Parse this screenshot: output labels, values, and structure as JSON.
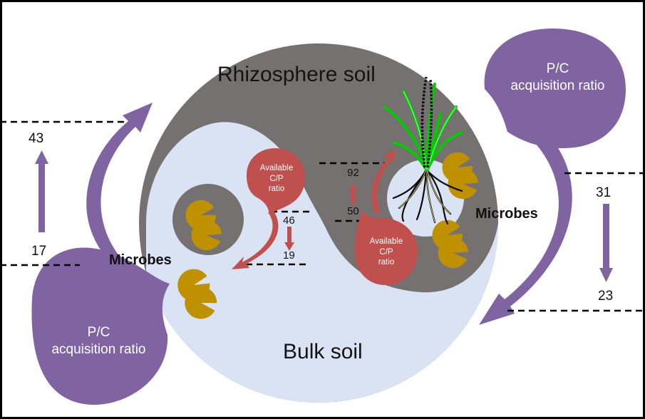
{
  "title_rhizosphere": "Rhizosphere soil",
  "title_bulk": "Bulk soil",
  "pc_label_line1": "P/C",
  "pc_label_line2": "acquisition ratio",
  "microbes_label": "Microbes",
  "available_line1": "Available",
  "available_line2": "C/P",
  "available_line3": "ratio",
  "left_scale": {
    "top": "43",
    "bottom": "17"
  },
  "right_scale": {
    "top": "31",
    "bottom": "23"
  },
  "bulk_cp": {
    "top": "46",
    "bottom": "19"
  },
  "rhizo_cp": {
    "top": "92",
    "bottom": "50"
  },
  "colors": {
    "rhizosphere_gray": "#767171",
    "bulk_lightblue": "#dae3f3",
    "purple": "#8064a2",
    "red": "#c0504d",
    "microbe_gold": "#bf9000",
    "plant_green": "#00ff00"
  },
  "icons": [
    "microbe-icon",
    "plant-icon",
    "up-arrow-icon",
    "down-arrow-icon",
    "curved-arrow-icon"
  ]
}
